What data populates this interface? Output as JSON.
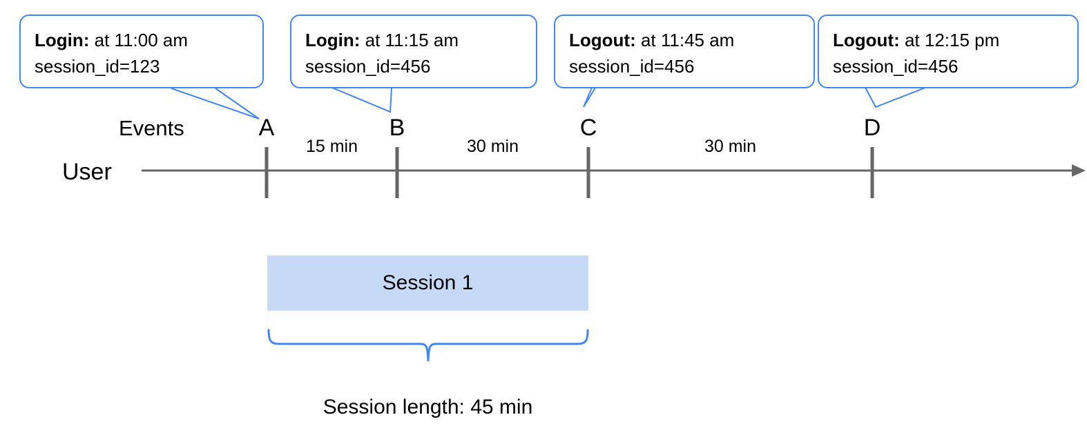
{
  "diagram": {
    "title_row_label": "User",
    "events_row_label": "Events",
    "axis_color": "#666666",
    "callout_border_color": "#4285f4",
    "session_bar_color": "#c6d9f7",
    "brace_color": "#4285f4"
  },
  "callouts": [
    {
      "id": "A",
      "type_label": "Login:",
      "detail": " at 11:00 am",
      "session_line": "session_id=123"
    },
    {
      "id": "B",
      "type_label": "Login:",
      "detail": " at 11:15 am",
      "session_line": "session_id=456"
    },
    {
      "id": "C",
      "type_label": "Logout:",
      "detail": " at 11:45 am",
      "session_line": "session_id=456"
    },
    {
      "id": "D",
      "type_label": "Logout:",
      "detail": " at 12:15 pm",
      "session_line": "session_id=456"
    }
  ],
  "markers": [
    {
      "letter": "A"
    },
    {
      "letter": "B"
    },
    {
      "letter": "C"
    },
    {
      "letter": "D"
    }
  ],
  "gaps": [
    {
      "label": "15 min"
    },
    {
      "label": "30 min"
    },
    {
      "label": "30 min"
    }
  ],
  "session": {
    "bar_label": "Session 1",
    "length_caption": "Session length: 45 min"
  }
}
